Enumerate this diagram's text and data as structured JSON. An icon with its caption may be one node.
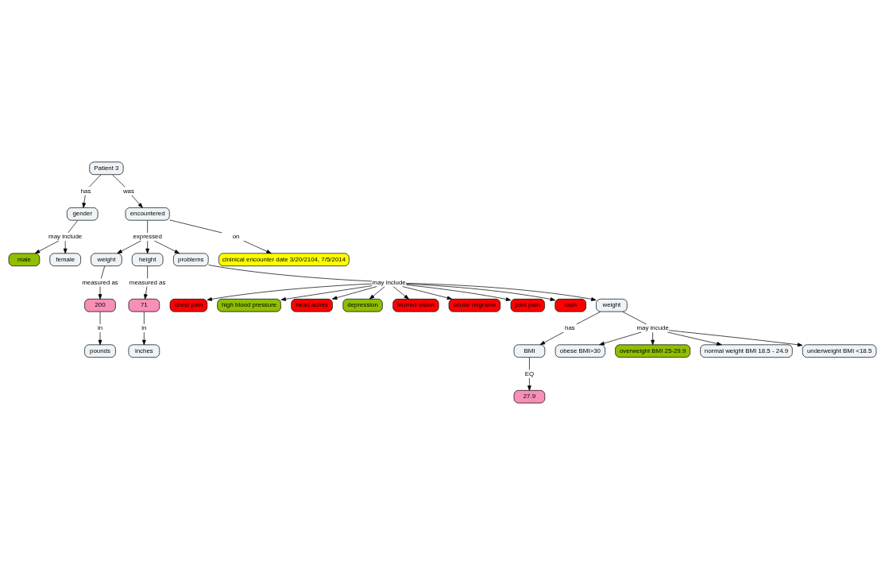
{
  "diagram": {
    "nodes": [
      {
        "text": [
          "Patient 3"
        ]
      },
      {
        "text": [
          "has"
        ]
      },
      {
        "text": [
          "was"
        ]
      },
      {
        "text": [
          "gender"
        ]
      },
      {
        "text": [
          "encountered"
        ]
      },
      {
        "text": [
          "may include"
        ]
      },
      {
        "text": [
          "male"
        ]
      },
      {
        "text": [
          "female"
        ]
      },
      {
        "text": [
          "expressed"
        ]
      },
      {
        "text": [
          "on"
        ]
      },
      {
        "text": [
          "clninical encounter date 3/20/2104, 7/5/2014"
        ]
      },
      {
        "text": [
          "weight"
        ]
      },
      {
        "text": [
          "height"
        ]
      },
      {
        "text": [
          "measured as"
        ]
      },
      {
        "text": [
          "measured as"
        ]
      },
      {
        "text": [
          "200"
        ]
      },
      {
        "text": [
          "71"
        ]
      },
      {
        "text": [
          "in"
        ]
      },
      {
        "text": [
          "in"
        ]
      },
      {
        "text": [
          "pounds"
        ]
      },
      {
        "text": [
          "inches"
        ]
      },
      {
        "text": [
          "problems"
        ]
      },
      {
        "text": [
          "may include"
        ]
      },
      {
        "text": [
          "chest pain"
        ]
      },
      {
        "text": [
          "high blood pressure"
        ]
      },
      {
        "text": [
          "head aches"
        ]
      },
      {
        "text": [
          "depression"
        ]
      },
      {
        "text": [
          "blurred vision"
        ]
      },
      {
        "text": [
          "ocular migraine"
        ]
      },
      {
        "text": [
          "joint pain"
        ]
      },
      {
        "text": [
          "rash"
        ]
      },
      {
        "text": [
          "weight"
        ]
      },
      {
        "text": [
          "has"
        ]
      },
      {
        "text": [
          "BMI"
        ]
      },
      {
        "text": [
          "EQ"
        ]
      },
      {
        "text": [
          "27.9"
        ]
      },
      {
        "text": [
          "may incude"
        ]
      },
      {
        "text": [
          "obese BMI>30"
        ]
      },
      {
        "text": [
          "overweight BMI 25-29.9"
        ]
      },
      {
        "text": [
          "normal weight BMI 18.5 - 24.9"
        ]
      },
      {
        "text": [
          "underweight BMI <18.5"
        ]
      }
    ],
    "edges": [
      {
        "from": 0,
        "to": 1,
        "arrow": "none"
      },
      {
        "from": 1,
        "to": 3,
        "arrow": "to"
      },
      {
        "from": 0,
        "to": 2,
        "arrow": "none"
      },
      {
        "from": 2,
        "to": 4,
        "arrow": "to"
      },
      {
        "from": 3,
        "to": 5,
        "arrow": "none"
      },
      {
        "from": 5,
        "to": 6,
        "arrow": "to"
      },
      {
        "from": 5,
        "to": 7,
        "arrow": "to"
      },
      {
        "from": 4,
        "to": 8,
        "arrow": "none"
      },
      {
        "from": 4,
        "to": 9,
        "arrow": "none"
      },
      {
        "from": 9,
        "to": 10,
        "arrow": "to"
      },
      {
        "from": 8,
        "to": 11,
        "arrow": "to"
      },
      {
        "from": 8,
        "to": 12,
        "arrow": "to"
      },
      {
        "from": 8,
        "to": 21,
        "arrow": "to"
      },
      {
        "from": 11,
        "to": 13,
        "arrow": "none"
      },
      {
        "from": 13,
        "to": 15,
        "arrow": "to"
      },
      {
        "from": 12,
        "to": 14,
        "arrow": "none"
      },
      {
        "from": 14,
        "to": 16,
        "arrow": "to"
      },
      {
        "from": 15,
        "to": 17,
        "arrow": "none"
      },
      {
        "from": 17,
        "to": 19,
        "arrow": "to"
      },
      {
        "from": 16,
        "to": 18,
        "arrow": "none"
      },
      {
        "from": 18,
        "to": 20,
        "arrow": "to"
      },
      {
        "from": 21,
        "to": 22,
        "arrow": "none"
      },
      {
        "from": 22,
        "to": 23,
        "arrow": "to"
      },
      {
        "from": 22,
        "to": 24,
        "arrow": "to"
      },
      {
        "from": 22,
        "to": 25,
        "arrow": "to"
      },
      {
        "from": 22,
        "to": 26,
        "arrow": "to"
      },
      {
        "from": 22,
        "to": 27,
        "arrow": "to"
      },
      {
        "from": 22,
        "to": 28,
        "arrow": "to"
      },
      {
        "from": 22,
        "to": 29,
        "arrow": "to"
      },
      {
        "from": 22,
        "to": 30,
        "arrow": "to"
      },
      {
        "from": 22,
        "to": 31,
        "arrow": "to"
      },
      {
        "from": 31,
        "to": 32,
        "arrow": "none"
      },
      {
        "from": 32,
        "to": 33,
        "arrow": "to"
      },
      {
        "from": 33,
        "to": 34,
        "arrow": "none"
      },
      {
        "from": 34,
        "to": 35,
        "arrow": "to"
      },
      {
        "from": 31,
        "to": 36,
        "arrow": "none"
      },
      {
        "from": 36,
        "to": 37,
        "arrow": "to"
      },
      {
        "from": 36,
        "to": 38,
        "arrow": "to"
      },
      {
        "from": 36,
        "to": 39,
        "arrow": "to"
      },
      {
        "from": 36,
        "to": 40,
        "arrow": "to"
      }
    ]
  }
}
